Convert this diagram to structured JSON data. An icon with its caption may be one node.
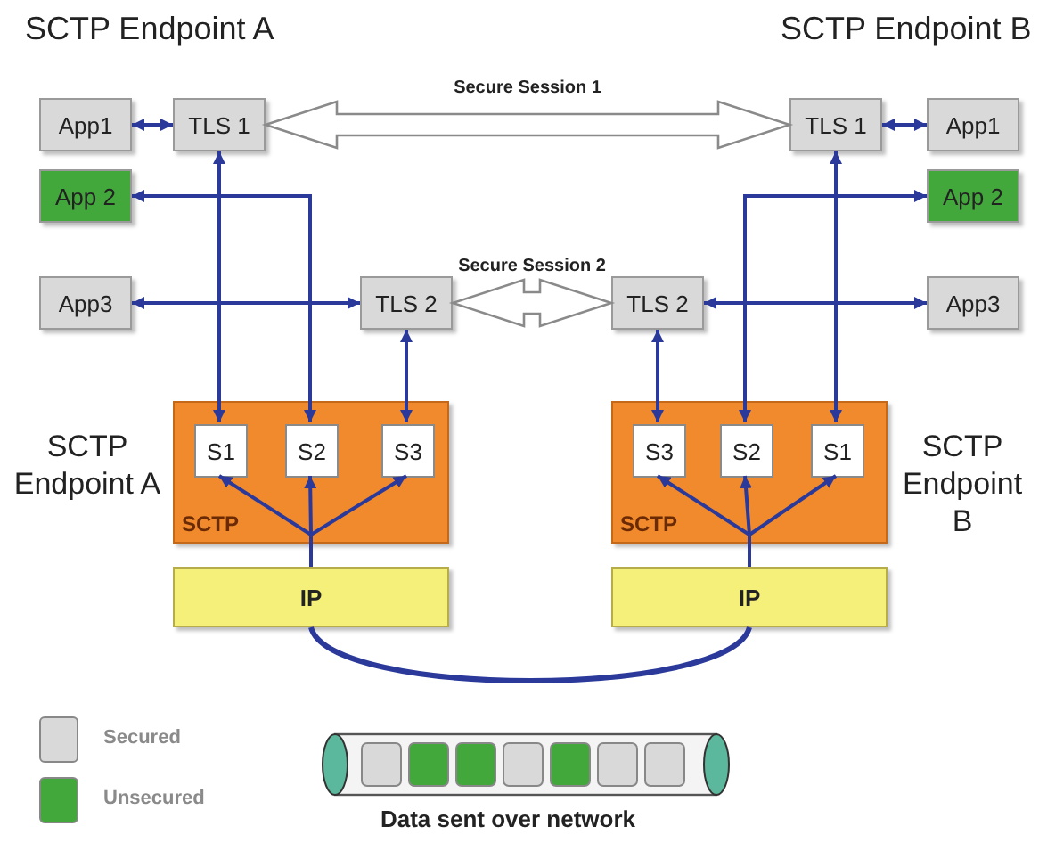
{
  "diagram": {
    "nodes": [
      {
        "text": [
          "App1"
        ]
      },
      {
        "text": [
          "TLS 1"
        ]
      },
      {
        "text": [
          "App 2"
        ]
      },
      {
        "text": [
          "App3"
        ]
      },
      {
        "text": [
          "TLS 2"
        ]
      },
      {
        "text": [
          "TLS 1"
        ]
      },
      {
        "text": [
          "App1"
        ]
      },
      {
        "text": [
          "App 2"
        ]
      },
      {
        "text": [
          "TLS 2"
        ]
      },
      {
        "text": [
          "App3"
        ]
      },
      {
        "text": [
          "SCTP"
        ],
        "beside": [
          "SCTP Endpoint A"
        ]
      },
      {
        "text": [
          "S1"
        ],
        "in": 10
      },
      {
        "text": [
          "S2"
        ],
        "in": 10
      },
      {
        "text": [
          "S3"
        ],
        "in": 10
      },
      {
        "text": [
          "SCTP"
        ],
        "beside": [
          "SCTP Endpoint B"
        ]
      },
      {
        "text": [
          "S3"
        ],
        "in": 14
      },
      {
        "text": [
          "S2"
        ],
        "in": 14
      },
      {
        "text": [
          "S1"
        ],
        "in": 14
      },
      {
        "text": [
          "IP"
        ]
      },
      {
        "text": [
          "IP"
        ]
      }
    ],
    "edges": [
      {
        "from": 0,
        "to": 1,
        "arrow": "both"
      },
      {
        "from": 1,
        "to": 5,
        "arrow": "both",
        "label": "Secure Session 1",
        "style": "thick"
      },
      {
        "from": 5,
        "to": 6,
        "arrow": "both"
      },
      {
        "from": 3,
        "to": 4,
        "arrow": "both"
      },
      {
        "from": 4,
        "to": 8,
        "arrow": "both",
        "label": "Secure Session 2",
        "style": "thick"
      },
      {
        "from": 8,
        "to": 9,
        "arrow": "both"
      },
      {
        "from": 1,
        "to": 11,
        "arrow": "both"
      },
      {
        "from": 2,
        "to": 12,
        "arrow": "both"
      },
      {
        "from": 4,
        "to": 13,
        "arrow": "both"
      },
      {
        "from": 8,
        "to": 15,
        "arrow": "both"
      },
      {
        "from": 7,
        "to": 16,
        "arrow": "both"
      },
      {
        "from": 5,
        "to": 17,
        "arrow": "both"
      },
      {
        "from": 18,
        "to": 11,
        "arrow": "to"
      },
      {
        "from": 18,
        "to": 12,
        "arrow": "to"
      },
      {
        "from": 18,
        "to": 13,
        "arrow": "to"
      },
      {
        "from": 19,
        "to": 15,
        "arrow": "to"
      },
      {
        "from": 19,
        "to": 16,
        "arrow": "to"
      },
      {
        "from": 19,
        "to": 17,
        "arrow": "to"
      },
      {
        "from": 18,
        "to": 19,
        "arrow": "none"
      }
    ],
    "labels": [
      "SCTP Endpoint A",
      "SCTP Endpoint B",
      "Data sent over network"
    ],
    "legend": [
      {
        "text": "Secured",
        "color": "#d9d9d9"
      },
      {
        "text": "Unsecured",
        "color": "#43a83c"
      }
    ]
  }
}
